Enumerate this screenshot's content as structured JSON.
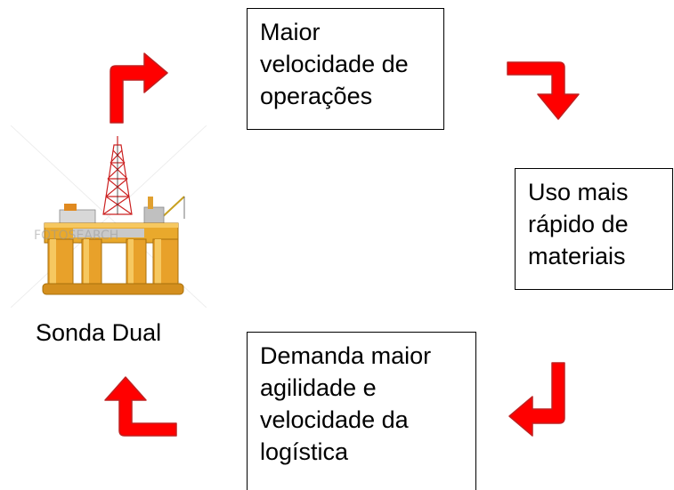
{
  "diagram": {
    "rig": {
      "caption": "Sonda Dual",
      "watermark": "FOTOSEARCH",
      "image_description": "semi-submersible offshore drilling rig with yellow columns and lattice derrick"
    },
    "boxes": {
      "top": {
        "lines": [
          "Maior",
          "velocidade de",
          "operações"
        ]
      },
      "right": {
        "lines": [
          "Uso mais",
          "rápido de",
          "materiais"
        ]
      },
      "bottom": {
        "lines": [
          "Demanda maior",
          "agilidade e",
          "velocidade da",
          "logística"
        ]
      }
    },
    "arrows": {
      "color": "#ff0000",
      "outline": "#c02020",
      "flow": [
        "rig-to-top",
        "top-to-right",
        "right-to-bottom",
        "bottom-to-rig"
      ],
      "icon": "curved-bent-arrow"
    }
  }
}
